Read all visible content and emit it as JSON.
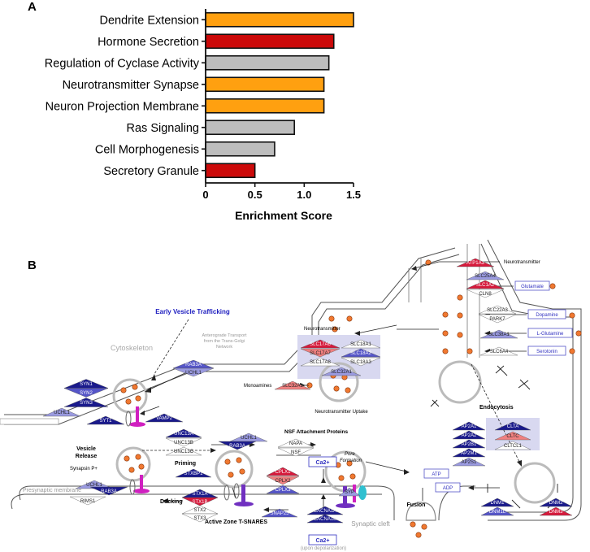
{
  "panel_a_label": "A",
  "panel_b_label": "B",
  "chart_data": {
    "type": "bar",
    "orientation": "horizontal",
    "categories": [
      "Dendrite Extension",
      "Hormone Secretion",
      "Regulation of Cyclase Activity",
      "Neurotransmitter Synapse",
      "Neuron Projection Membrane",
      "Ras Signaling",
      "Cell Morphogenesis",
      "Secretory Granule"
    ],
    "values": [
      1.5,
      1.3,
      1.25,
      1.2,
      1.2,
      0.9,
      0.7,
      0.5
    ],
    "bar_colors": [
      "#ffa010",
      "#cc0a0a",
      "#bdbdbd",
      "#ffa010",
      "#ffa010",
      "#bdbdbd",
      "#bdbdbd",
      "#cc0a0a"
    ],
    "xlim": [
      0,
      1.5
    ],
    "xticks": [
      "0",
      "0.5",
      "1.0",
      "1.5"
    ],
    "xtick_values": [
      0,
      0.5,
      1.0,
      1.5
    ],
    "xlabel": "Enrichment Score",
    "title": "",
    "grid": false
  },
  "colors": {
    "dark_blue": "#1a1a8c",
    "mid_blue": "#5555c8",
    "light_blue": "#9a9ae0",
    "red": "#d61a3c",
    "pink": "#f08080",
    "orange_vesicle": "#f07830",
    "magenta": "#d020c0",
    "purple": "#7030c0",
    "label_blue": "#3030c0",
    "panel_bg": "#d8d8f0"
  },
  "pathway": {
    "labels": {
      "early_trafficking": "Early Vesicle Trafficking",
      "cytoskeleton": "Cytoskeleton",
      "anterograde1": "Anterograde Transport",
      "anterograde2": "from the Trans-Golgi",
      "anterograde3": "Network",
      "vesicle_release1": "Vesicle",
      "vesicle_release2": "Release",
      "synapsin": "Synapsin P+",
      "priming": "Priming",
      "docking": "Docking",
      "presynaptic": "Presynaptic membrane",
      "active_zone": "Active Zone T-SNARES",
      "nsf": "NSF Attachment Proteins",
      "pore1": "Pore",
      "pore2": "Formation",
      "ca_box": "Ca2+",
      "ca_box2": "Ca2+",
      "upon_depol": "(upon depolarization)",
      "synaptic_cleft": "Synaptic cleft",
      "fusion": "Fusion",
      "endocytosis": "Endocytosis",
      "nt_uptake": "Neurotransmitter Uptake",
      "neurotransmitter": "Neurotransmitter",
      "neurotransmitter_top": "Neurotransmitter",
      "monoamines": "Monoamines",
      "atp": "ATP",
      "adp": "ADP",
      "glutamate": "Glutamate",
      "dopamine": "Dopamine",
      "l_glutamine": "L-Glutamine",
      "serotonin": "Serotonin"
    },
    "genes": {
      "rab3a_top": "RAB3A",
      "uchl1_top": "UCHL1",
      "syn1": "SYN1",
      "syn2": "SYN2",
      "syn3": "SYN3",
      "uchl1_left": "UCHL1",
      "syt1": "SYT1",
      "vamp2": "VAMP2",
      "unc13a": "UNC13A",
      "unc13b": "UNC13B",
      "unc13c": "UNC13C",
      "uchl1_mid": "UCHL1",
      "rab3a_mid": "RAB3A",
      "uchl1_low": "UCHL1",
      "rab3a_low": "RAB3A",
      "rims1": "RIMS1",
      "stxbp1": "STXBP1",
      "stx1a": "STX1A",
      "stx1b": "STX1B",
      "stx2": "STX2",
      "stx3": "STX3",
      "cplx1": "CPLX1",
      "cplx2": "CPLX2",
      "cplx3": "CPLX3",
      "snap25": "SNAP25",
      "napa": "NAPA",
      "nsf": "NSF",
      "cacna1a": "CACNA1A",
      "cacna1b": "CACNA1B",
      "syp": "SYP",
      "slc18a1": "SLC18A1",
      "slc17a6": "SLC17A6",
      "slc17a7": "SLC17A7",
      "slc17a8": "SLC17A8",
      "slc18a1b": "SLC18A1",
      "slc18a2": "SLC18A2",
      "slc18a3": "SLC18A3",
      "slc32a1": "SLC32A1",
      "slc32a1b": "SLC32A1",
      "atp1a3": "ATP1A3",
      "slc25a4": "SLC25A4",
      "slc1a2": "SLC1A2",
      "cln8": "CLN8",
      "slc22a3": "SLC22A3",
      "park7": "PARK7",
      "slc38a1": "SLC38A1",
      "slc6a4": "SLC6A4",
      "ap2a1": "AP2A1",
      "ap2a2": "AP2A2",
      "ap2b1": "AP2B1",
      "ap2m1": "AP2M1",
      "ap2s1": "AP2S1",
      "clta": "CLTA",
      "cltc": "CLTC",
      "cltcl1": "CLTCL1",
      "dnm1": "DNM1",
      "dnm1l": "DNM1L",
      "dnm2": "DNM2",
      "dnm3": "DNM3"
    }
  }
}
